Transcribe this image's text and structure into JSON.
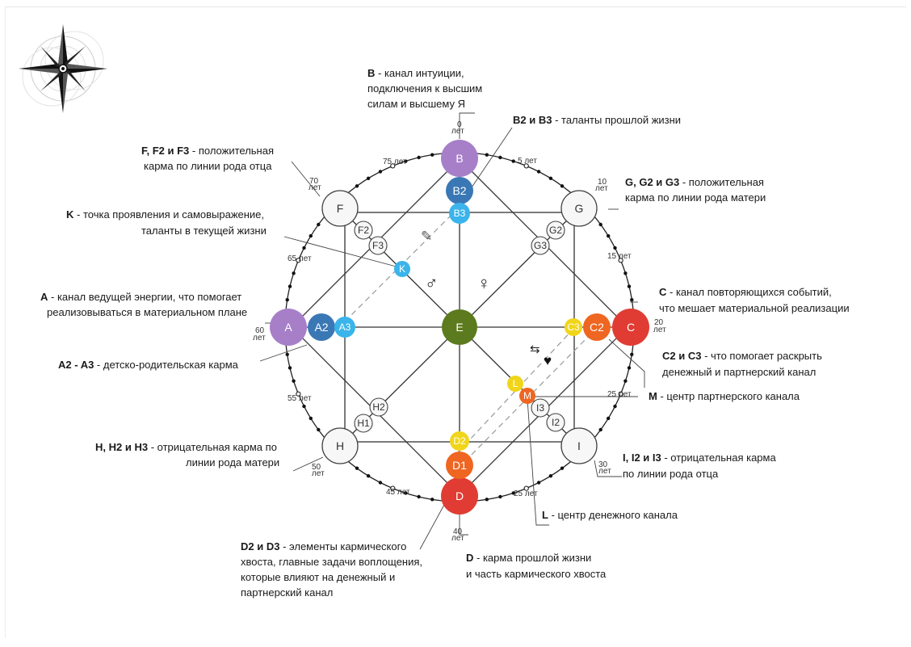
{
  "nodes": {
    "A": "A",
    "A2": "A2",
    "A3": "A3",
    "B": "B",
    "B2": "B2",
    "B3": "B3",
    "C": "C",
    "C2": "C2",
    "C3": "C3",
    "D": "D",
    "D1": "D1",
    "D2": "D2",
    "E": "E",
    "F": "F",
    "F2": "F2",
    "F3": "F3",
    "G": "G",
    "G2": "G2",
    "G3": "G3",
    "H": "H",
    "H1": "H1",
    "H2": "H2",
    "I": "I",
    "I2": "I2",
    "I3": "I3",
    "K": "K",
    "L": "L",
    "M": "M"
  },
  "ages": {
    "a0": "0",
    "a5": "5 лет",
    "a10": "10",
    "a15": "15 лет",
    "a20": "20",
    "a25": "25 лет",
    "a25b": "25 лет",
    "a30": "30",
    "a40": "40",
    "a45": "45 лет",
    "a50": "50",
    "a55": "55 лет",
    "a60": "60",
    "a65": "65 лет",
    "a70": "70",
    "a75": "75 лет",
    "let": "лет"
  },
  "captions": {
    "b_title": "B",
    "b_l1": " - канал интуиции,",
    "b_l2": "подключения к высшим",
    "b_l3": "силам и высшему Я",
    "b23_title": "B2 и B3",
    "b23_text": " - таланты прошлой жизни",
    "f_title": "F, F2 и F3",
    "f_l1": " - положительная",
    "f_l2": "карма по линии рода отца",
    "g_title": "G, G2 и G3",
    "g_l1": " - положительная",
    "g_l2": "карма по линии рода матери",
    "k_title": "K",
    "k_l1": " - точка проявления и самовыражение,",
    "k_l2": "таланты в текущей жизни",
    "a_title": "A",
    "a_l1": " - канал ведущей энергии, что помогает",
    "a_l2": "реализовываться в материальном плане",
    "c_title": "C",
    "c_l1": " - канал повторяющихся событий,",
    "c_l2": "что мешает материальной реализации",
    "a23_title": "A2 - A3",
    "a23_text": " - детско-родительская карма",
    "c23_title": "C2 и C3",
    "c23_l1": " - что помогает раскрыть",
    "c23_l2": "денежный и партнерский канал",
    "m_title": "M",
    "m_text": " - центр партнерского канала",
    "h_title": "H, H2 и H3",
    "h_l1": " - отрицательная карма по",
    "h_l2": "линии рода матери",
    "i_title": "I, I2 и I3",
    "i_l1": " - отрицательная карма",
    "i_l2": "по линии рода отца",
    "l_title": "L",
    "l_text": " - центр денежного канала",
    "d23_title": "D2 и D3",
    "d23_l1": " - элементы кармического",
    "d23_l2": "хвоста, главные задачи воплощения,",
    "d23_l3": "которые влияют на денежный и",
    "d23_l4": "партнерский канал",
    "d_title": "D",
    "d_l1": " - карма прошлой жизни",
    "d_l2": "и часть кармического хвоста"
  },
  "symbols": {
    "male": "♂",
    "female": "♀",
    "heart": "♥",
    "pencil": "✎",
    "arrows": "⇆"
  },
  "colors": {
    "purple": "#a77fc9",
    "blue_dark": "#3a78b5",
    "blue_light": "#3ab4ea",
    "red": "#e03c33",
    "orange": "#ee6622",
    "yellow": "#f0d51a",
    "green": "#5c7a1e",
    "light": "#f7f7f7"
  }
}
